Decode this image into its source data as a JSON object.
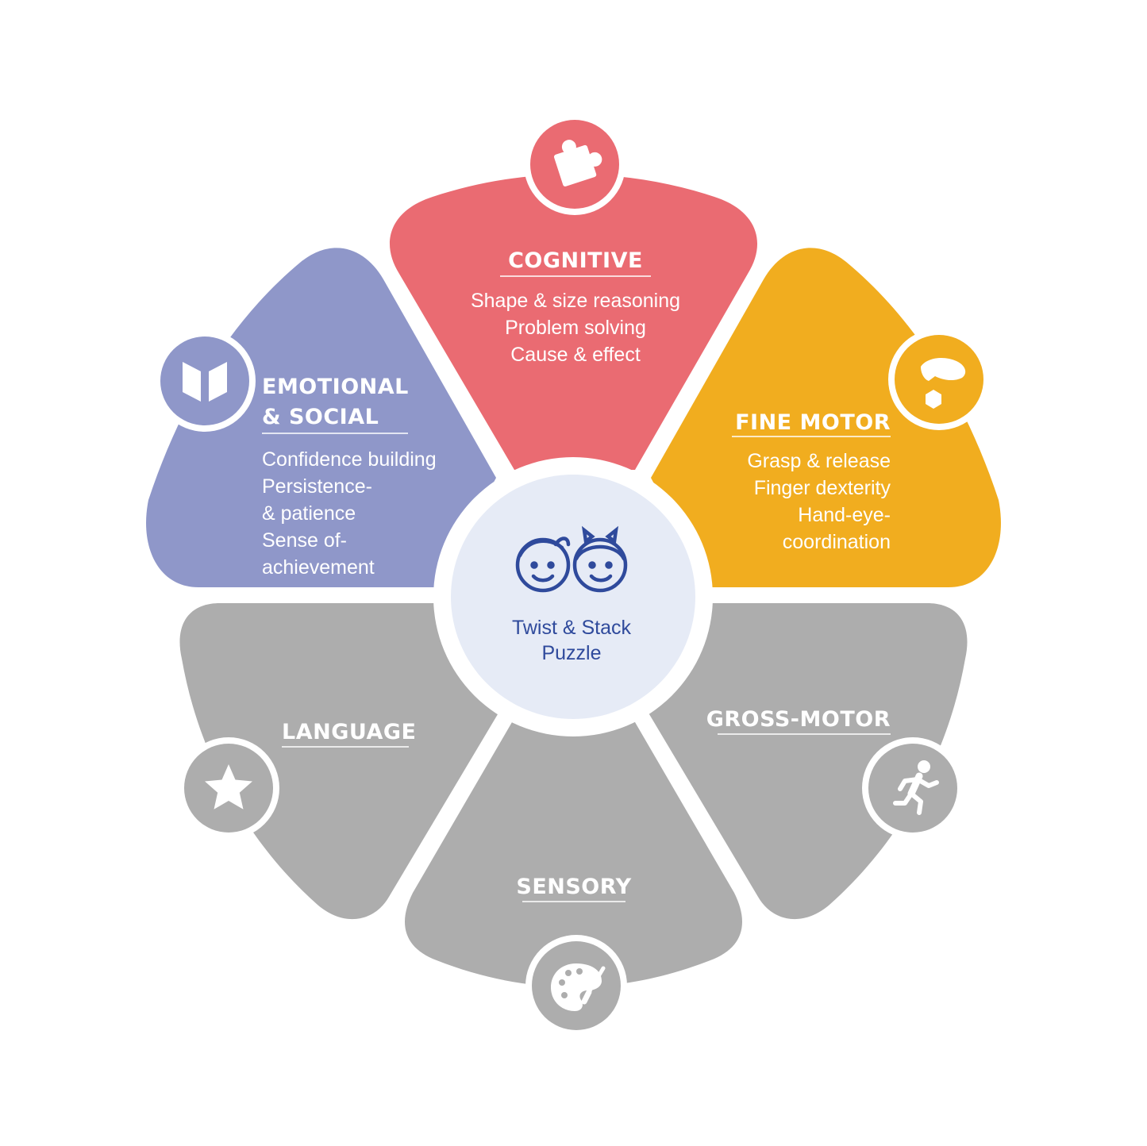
{
  "center": {
    "label_line1": "Twist & Stack",
    "label_line2": "Puzzle",
    "icon": "kids-faces-icon",
    "color": "#2f4a9c",
    "bg": "#e6ebf6"
  },
  "petals": {
    "cognitive": {
      "title": "COGNITIVE",
      "lines": [
        "Shape & size reasoning",
        "Problem solving",
        "Cause & effect"
      ],
      "icon": "puzzle-piece-icon",
      "color": "#ea6b72"
    },
    "fine_motor": {
      "title": "FINE MOTOR",
      "lines": [
        "Grasp & release",
        "Finger dexterity",
        "Hand-eye-",
        "coordination"
      ],
      "icon": "hand-grab-block-icon",
      "color": "#f1ad1f"
    },
    "emotional": {
      "title_line1": "EMOTIONAL",
      "title_line2": "& SOCIAL",
      "lines": [
        "Confidence building",
        "Persistence-",
        "& patience",
        "Sense of-",
        "achievement"
      ],
      "icon": "open-book-icon",
      "color": "#8f97c9"
    },
    "gross_motor": {
      "title": "GROSS-MOTOR",
      "icon": "running-person-icon",
      "color": "#adadad"
    },
    "sensory": {
      "title": "SENSORY",
      "icon": "paint-palette-icon",
      "color": "#adadad"
    },
    "language": {
      "title": "LANGUAGE",
      "icon": "star-icon",
      "color": "#adadad"
    }
  }
}
